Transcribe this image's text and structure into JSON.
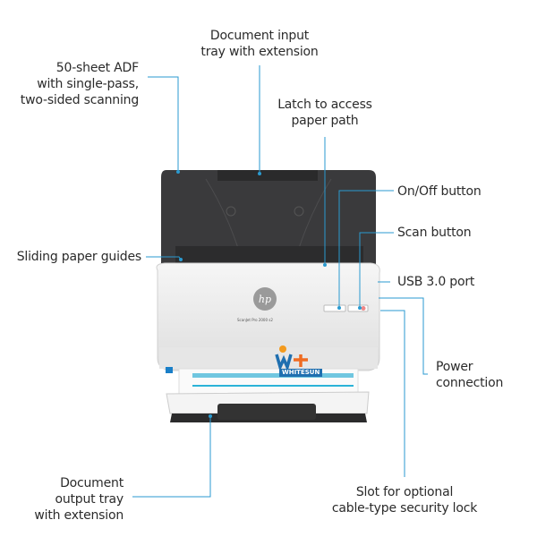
{
  "product": {
    "model_text": "ScanJet Pro 2000 s2",
    "brand": "hp",
    "watermark": "WHITESUN"
  },
  "callouts": {
    "adf": [
      "50-sheet ADF",
      "with single-pass,",
      "two-sided scanning"
    ],
    "input_tray": [
      "Document input",
      "tray with extension"
    ],
    "latch": [
      "Latch to access",
      "paper path"
    ],
    "onoff": [
      "On/Off button"
    ],
    "scan": [
      "Scan button"
    ],
    "guides": [
      "Sliding paper guides"
    ],
    "usb": [
      "USB 3.0 port"
    ],
    "power": [
      "Power",
      "connection"
    ],
    "output_tray": [
      "Document",
      "output tray",
      "with extension"
    ],
    "lock": [
      "Slot for optional",
      "cable-type security lock"
    ]
  },
  "colors": {
    "leader": "#2a9ad0",
    "text": "#2b2b2b"
  }
}
